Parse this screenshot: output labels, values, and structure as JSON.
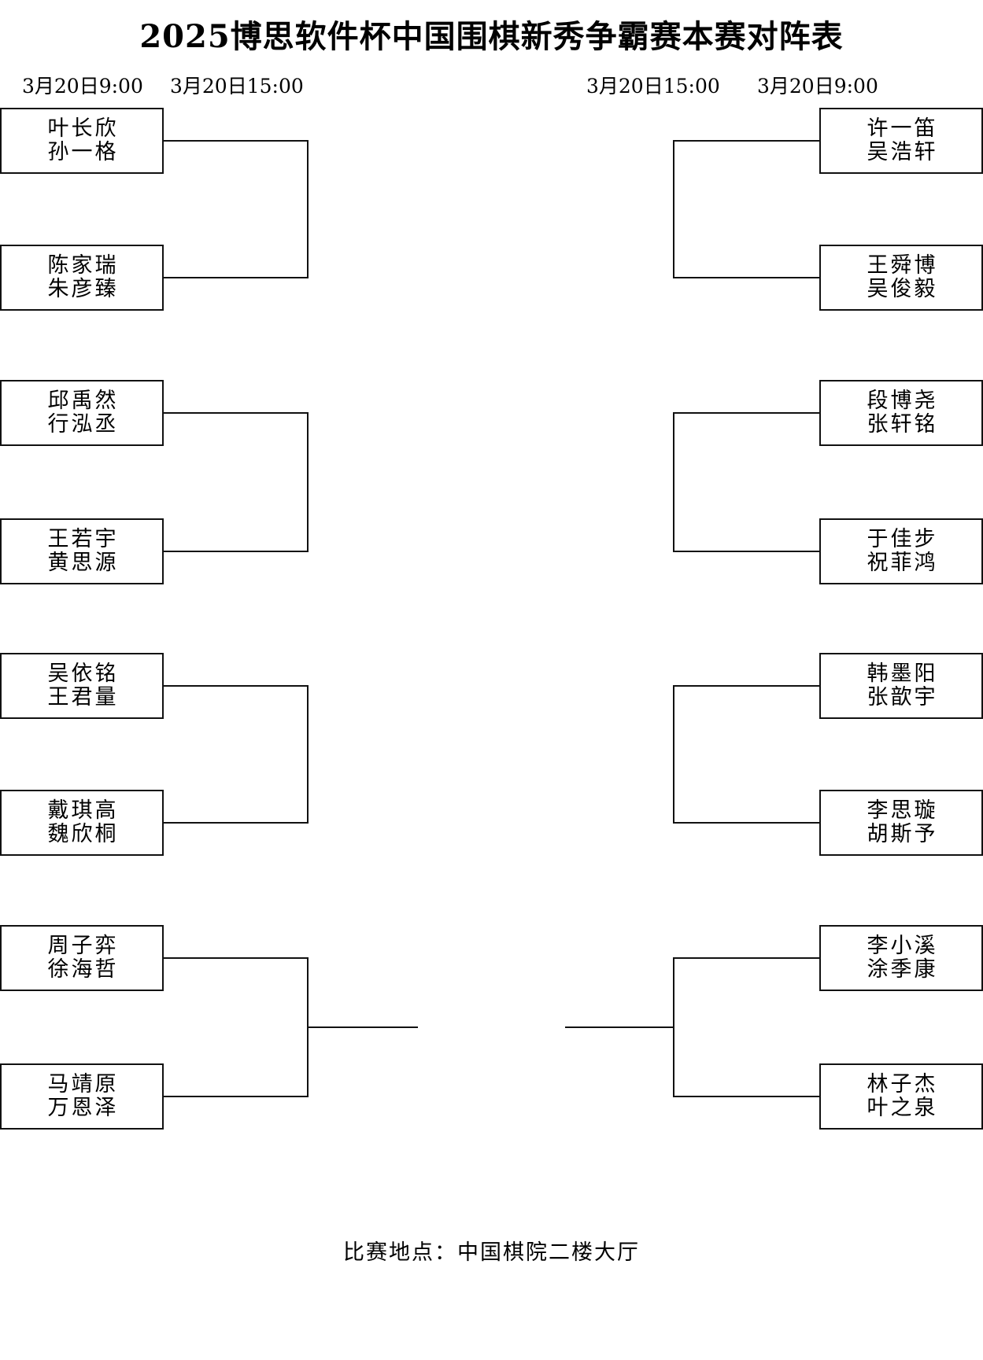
{
  "title": "2025博思软件杯中国围棋新秀争霸赛本赛对阵表",
  "footer": "比赛地点：中国棋院二楼大厅",
  "round_times": {
    "left_round1": "3月20日9:00",
    "left_round2": "3月20日15:00",
    "right_round2": "3月20日15:00",
    "right_round1": "3月20日9:00"
  },
  "colors": {
    "line": "#111111",
    "text": "#000000",
    "background": "#ffffff"
  },
  "bracket": {
    "left": [
      {
        "top": "叶长欣",
        "bottom": "孙一格"
      },
      {
        "top": "陈家瑞",
        "bottom": "朱彦臻"
      },
      {
        "top": "邱禹然",
        "bottom": "行泓丞"
      },
      {
        "top": "王若宇",
        "bottom": "黄思源"
      },
      {
        "top": "吴依铭",
        "bottom": "王君量"
      },
      {
        "top": "戴琪高",
        "bottom": "魏欣桐"
      },
      {
        "top": "周子弈",
        "bottom": "徐海哲"
      },
      {
        "top": "马靖原",
        "bottom": "万恩泽"
      }
    ],
    "right": [
      {
        "top": "许一笛",
        "bottom": "吴浩轩"
      },
      {
        "top": "王舜博",
        "bottom": "吴俊毅"
      },
      {
        "top": "段博尧",
        "bottom": "张轩铭"
      },
      {
        "top": "于佳步",
        "bottom": "祝菲鸿"
      },
      {
        "top": "韩墨阳",
        "bottom": "张歆宇"
      },
      {
        "top": "李小溪",
        "bottom": "涂季康"
      },
      {
        "top": "林子杰",
        "bottom": "叶之泉"
      },
      {
        "top": "李思璇",
        "bottom": "胡斯予"
      }
    ]
  }
}
